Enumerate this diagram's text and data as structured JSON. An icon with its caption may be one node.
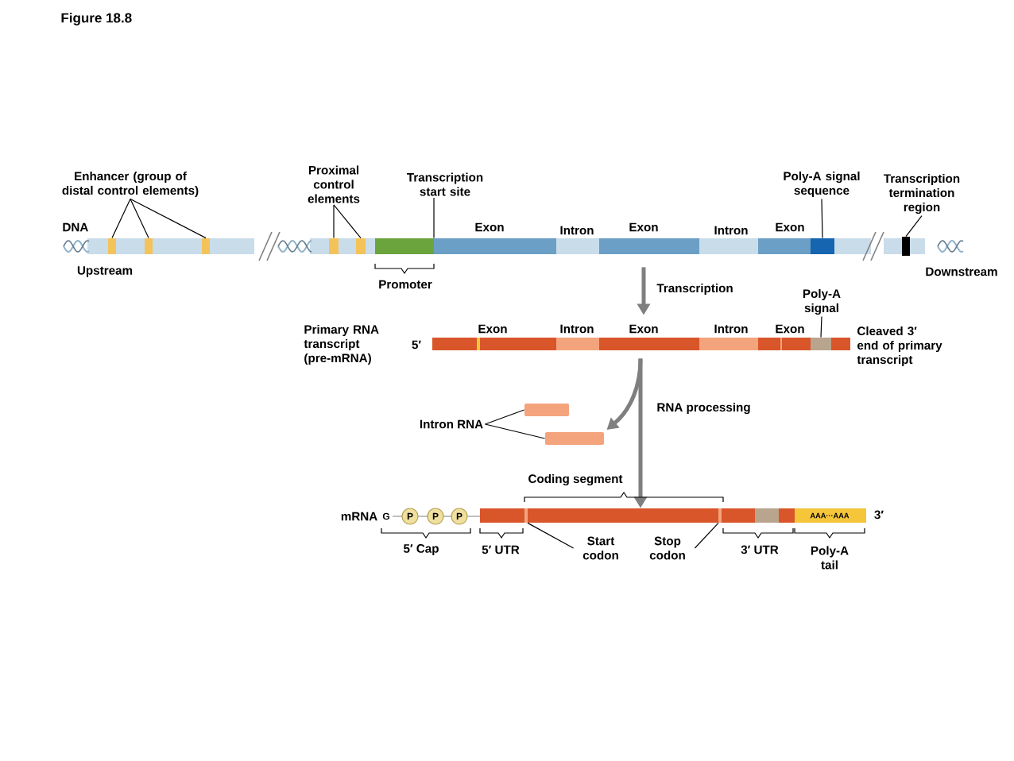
{
  "diagram": {
    "title": "Figure 18.8",
    "nodes": [
      {
        "text": [],
        "shape": "bar",
        "beside": [
          "DNA"
        ]
      },
      {
        "text": [
          "Enhancer (group of distal control elements)"
        ]
      },
      {
        "text": [],
        "shape": "box",
        "in": 0
      },
      {
        "text": [],
        "shape": "box",
        "in": 0
      },
      {
        "text": [],
        "shape": "box",
        "in": 0
      },
      {
        "text": [
          "Proximal control elements"
        ]
      },
      {
        "text": [],
        "shape": "box",
        "in": 0
      },
      {
        "text": [],
        "shape": "box",
        "in": 0
      },
      {
        "text": [
          "Transcription start site"
        ]
      },
      {
        "text": [
          "Poly-A signal sequence"
        ]
      },
      {
        "text": [],
        "shape": "box",
        "in": 0
      },
      {
        "text": [
          "Transcription termination region"
        ]
      },
      {
        "text": [],
        "shape": "box",
        "in": 0
      },
      {
        "text": [],
        "shape": "bar",
        "beside": [
          "Primary RNA transcript (pre-mRNA)",
          "5′"
        ]
      },
      {
        "text": [
          "Poly-A signal"
        ]
      },
      {
        "text": [],
        "shape": "box",
        "in": 13
      },
      {
        "text": [
          "Intron RNA"
        ]
      },
      {
        "text": [],
        "shape": "bar"
      },
      {
        "text": [],
        "shape": "bar"
      },
      {
        "text": [],
        "shape": "bar",
        "beside": [
          "3′"
        ]
      },
      {
        "text": [
          "Start codon"
        ]
      },
      {
        "text": [
          "Stop codon"
        ]
      }
    ],
    "edges": [
      {
        "from": 1,
        "to": 2,
        "arrow": "none"
      },
      {
        "from": 1,
        "to": 3,
        "arrow": "none"
      },
      {
        "from": 1,
        "to": 4,
        "arrow": "none"
      },
      {
        "from": 5,
        "to": 6,
        "arrow": "none"
      },
      {
        "from": 5,
        "to": 7,
        "arrow": "none"
      },
      {
        "from": 8,
        "to": 0,
        "arrow": "none"
      },
      {
        "from": 9,
        "to": 10,
        "arrow": "none"
      },
      {
        "from": 11,
        "to": 12,
        "arrow": "none"
      },
      {
        "from": 0,
        "to": 13,
        "arrow": "to",
        "label": "Transcription",
        "style": "thick",
        "color": "#7f7f7f"
      },
      {
        "from": 14,
        "to": 15,
        "arrow": "none"
      },
      {
        "from": 13,
        "to": 18,
        "arrow": "to",
        "style": "thick",
        "color": "#7f7f7f"
      },
      {
        "from": 16,
        "to": 17,
        "arrow": "none"
      },
      {
        "from": 16,
        "to": 18,
        "arrow": "none"
      },
      {
        "from": 13,
        "to": 19,
        "arrow": "to",
        "label": "RNA processing",
        "style": "thick",
        "color": "#7f7f7f"
      },
      {
        "from": 20,
        "to": 19,
        "arrow": "none"
      },
      {
        "from": 21,
        "to": 19,
        "arrow": "none"
      }
    ],
    "labels": [
      "Exon",
      "Intron",
      "Exon",
      "Intron",
      "Exon",
      "Upstream",
      "Promoter",
      "Downstream",
      "Exon",
      "Intron",
      "Exon",
      "Intron",
      "Exon",
      "Cleaved 3′ end of primary transcript",
      "Coding segment",
      "mRNA",
      "G",
      "P",
      "P",
      "P",
      "AAA···AAA",
      "5′ Cap",
      "5′ UTR",
      "3′ UTR",
      "Poly-A tail"
    ]
  }
}
